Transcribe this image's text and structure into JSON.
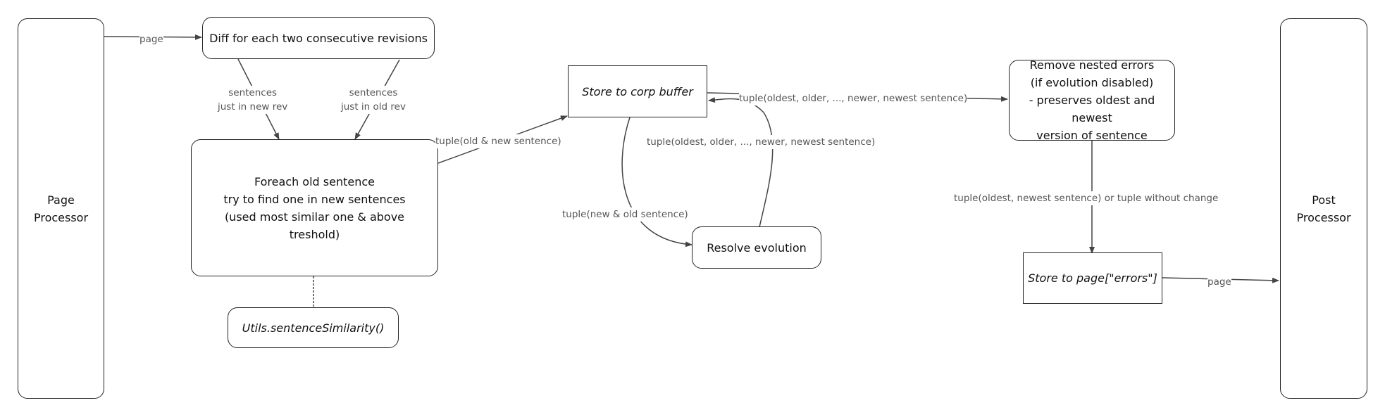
{
  "nodes": {
    "page_processor": "Page\nProcessor",
    "diff": "Diff for each two consecutive revisions",
    "foreach": "Foreach old sentence\ntry to find one in new sentences\n(used most similar one & above\ntreshold)",
    "utils": "Utils.sentenceSimilarity()",
    "store_corp": "Store to corp buffer",
    "resolve": "Resolve evolution",
    "remove_nested": "Remove nested errors\n(if evolution disabled)\n- preserves oldest and newest\nversion of sentence",
    "store_page": "Store to page[\"errors\"]",
    "post_processor": "Post\nProcessor"
  },
  "edges": {
    "page_to_diff": "page",
    "diff_new": "sentences\njust in new rev",
    "diff_old": "sentences\njust in old rev",
    "foreach_to_store": "tuple(old & new  sentence)",
    "store_to_remove": "tuple(oldest, older, ..., newer, newest sentence)",
    "resolve_to_store": "tuple(oldest, older, ..., newer, newest sentence)",
    "store_to_resolve": "tuple(new & old sentence)",
    "remove_to_storepage": "tuple(oldest, newest sentence) or tuple without change",
    "storepage_to_post": "page"
  }
}
